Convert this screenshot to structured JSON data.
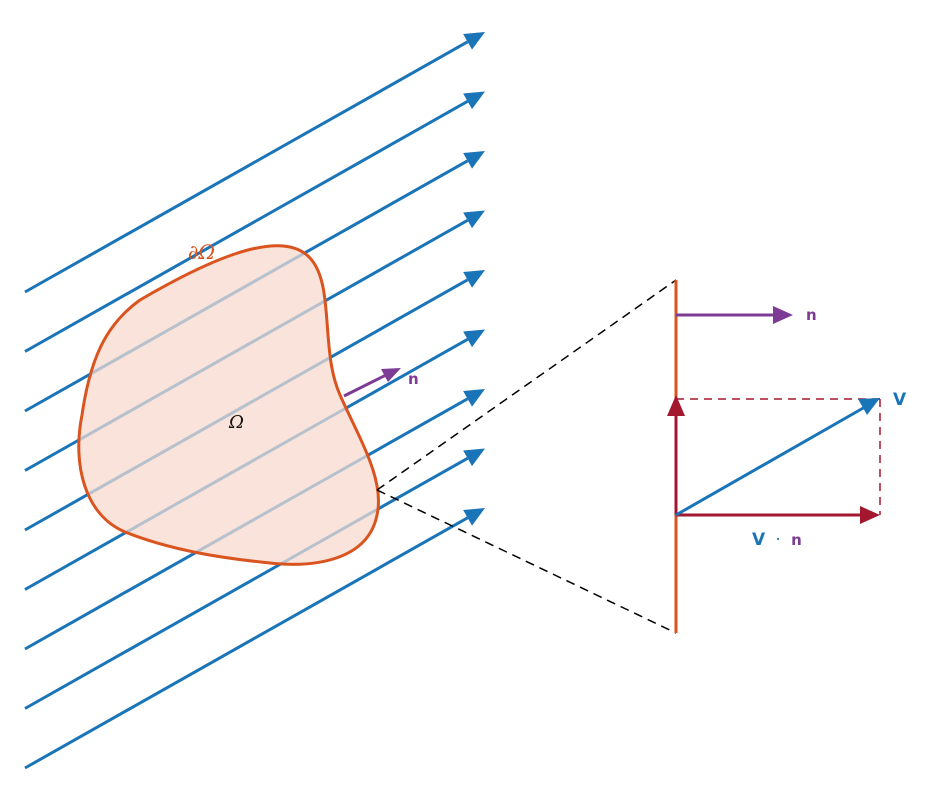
{
  "labels": {
    "boundary": "∂Ω",
    "domain": "Ω",
    "normal": "n",
    "zoom_normal": "n",
    "velocity": "V",
    "dot_v": "V",
    "dot_op": "·",
    "dot_n": "n"
  },
  "colors": {
    "flow": "#1a74b8",
    "boundary": "#d9541e",
    "region_fill": "#f9e3da",
    "normal": "#7d3b96",
    "component": "#a3172f",
    "zoom_lines": "#000000",
    "inner_lines": "#b7c1cd"
  }
}
